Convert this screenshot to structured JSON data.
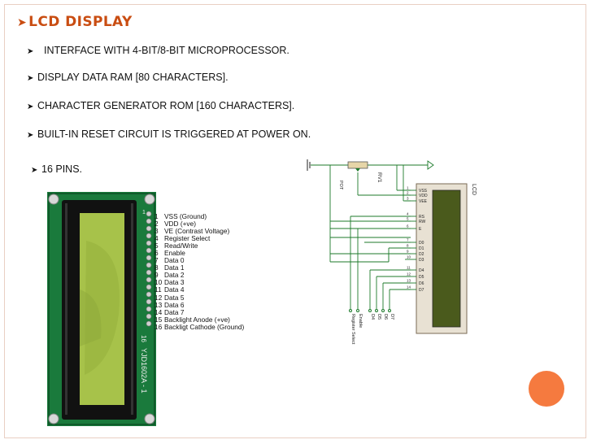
{
  "title": "LCD DISPLAY",
  "bullets": [
    "INTERFACE WITH 4-BIT/8-BIT MICROPROCESSOR.",
    "DISPLAY DATA RAM [80 CHARACTERS].",
    "CHARACTER GENERATOR ROM [160 CHARACTERS].",
    "BUILT-IN RESET CIRCUIT IS TRIGGERED AT POWER ON.",
    "16 PINS."
  ],
  "module": {
    "side_text": "YJD1602A - 1",
    "pin_label_top": "1",
    "pin_label_bottom": "16"
  },
  "pins": [
    {
      "n": "1",
      "label": "VSS (Ground)"
    },
    {
      "n": "2",
      "label": "VDD (+ve)"
    },
    {
      "n": "3",
      "label": "VE (Contrast Voltage)"
    },
    {
      "n": "4",
      "label": "Register Select"
    },
    {
      "n": "5",
      "label": "Read/Write"
    },
    {
      "n": "6",
      "label": "Enable"
    },
    {
      "n": "7",
      "label": "Data 0"
    },
    {
      "n": "8",
      "label": "Data 1"
    },
    {
      "n": "9",
      "label": "Data 2"
    },
    {
      "n": "10",
      "label": "Data 3"
    },
    {
      "n": "11",
      "label": "Data 4"
    },
    {
      "n": "12",
      "label": "Data 5"
    },
    {
      "n": "13",
      "label": "Data 6"
    },
    {
      "n": "14",
      "label": "Data 7"
    },
    {
      "n": "15",
      "label": "Backlight Anode (+ve)"
    },
    {
      "n": "16",
      "label": "Backligt Cathode (Ground)"
    }
  ],
  "schematic": {
    "component_label": "LCD",
    "pot_label": "POT",
    "rv_label": "RV1",
    "pin_names": [
      "VSS",
      "VDD",
      "VEE",
      "RS",
      "RW",
      "E",
      "D0",
      "D1",
      "D2",
      "D3",
      "D4",
      "D5",
      "D6",
      "D7"
    ],
    "net_labels": [
      "Enable",
      "Register Select",
      "D4",
      "D5",
      "D6",
      "D7"
    ]
  },
  "colors": {
    "title": "#c94d12",
    "accent_circle": "#f57a3f",
    "frame": "#e9cfc3",
    "pcb": "#1a7a3c",
    "lcd_screen": "#a7c24a",
    "schem_body": "#e8e1d3",
    "schem_screen": "#4a5a1c"
  }
}
